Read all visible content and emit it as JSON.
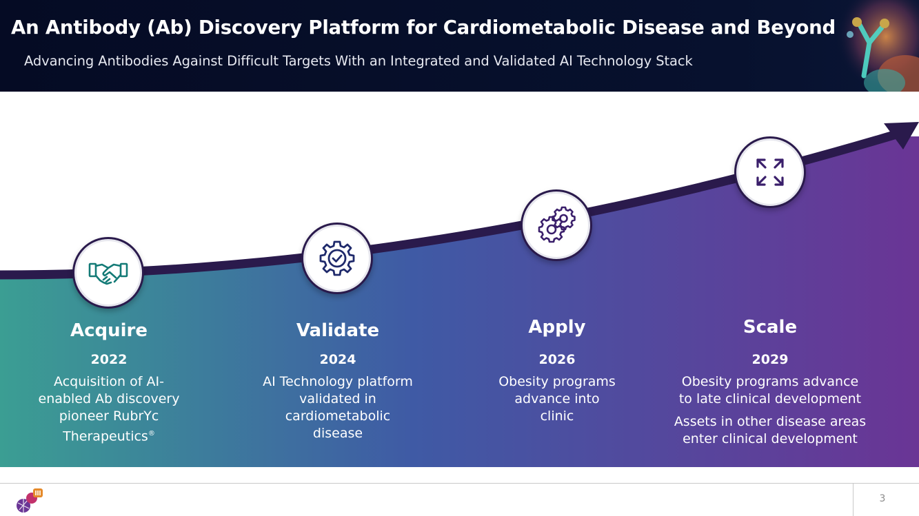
{
  "header": {
    "title": "An Antibody (Ab) Discovery Platform for Cardiometabolic Disease and Beyond",
    "subtitle": "Advancing Antibodies Against Difficult Targets With an Integrated and Validated AI Technology Stack"
  },
  "stages": [
    {
      "title": "Acquire",
      "year": "2022",
      "icon": "handshake-icon",
      "lines": [
        "Acquisition of AI-",
        "enabled Ab discovery",
        "pioneer RubrYc",
        "Therapeutics"
      ],
      "trademark": "®"
    },
    {
      "title": "Validate",
      "year": "2024",
      "icon": "gear-check-icon",
      "lines": [
        "AI Technology platform",
        "validated in",
        "cardiometabolic",
        "disease"
      ]
    },
    {
      "title": "Apply",
      "year": "2026",
      "icon": "gears-icon",
      "lines": [
        "Obesity programs",
        "advance into",
        "clinic"
      ]
    },
    {
      "title": "Scale",
      "year": "2029",
      "icon": "expand-arrows-icon",
      "paragraphs": [
        [
          "Obesity programs advance",
          "to late clinical development"
        ],
        [
          "Assets in other disease areas",
          "enter clinical development"
        ]
      ]
    }
  ],
  "footer": {
    "page_number": "3"
  },
  "colors": {
    "header_bg": "#050b24",
    "gradient_start": "#3b9e93",
    "gradient_mid": "#3f5aa5",
    "gradient_end": "#6a3595",
    "arrow": "#2a1a4c",
    "icon_teal": "#137a76",
    "icon_navy": "#1f2a6b",
    "icon_purple": "#3a1f6b"
  }
}
